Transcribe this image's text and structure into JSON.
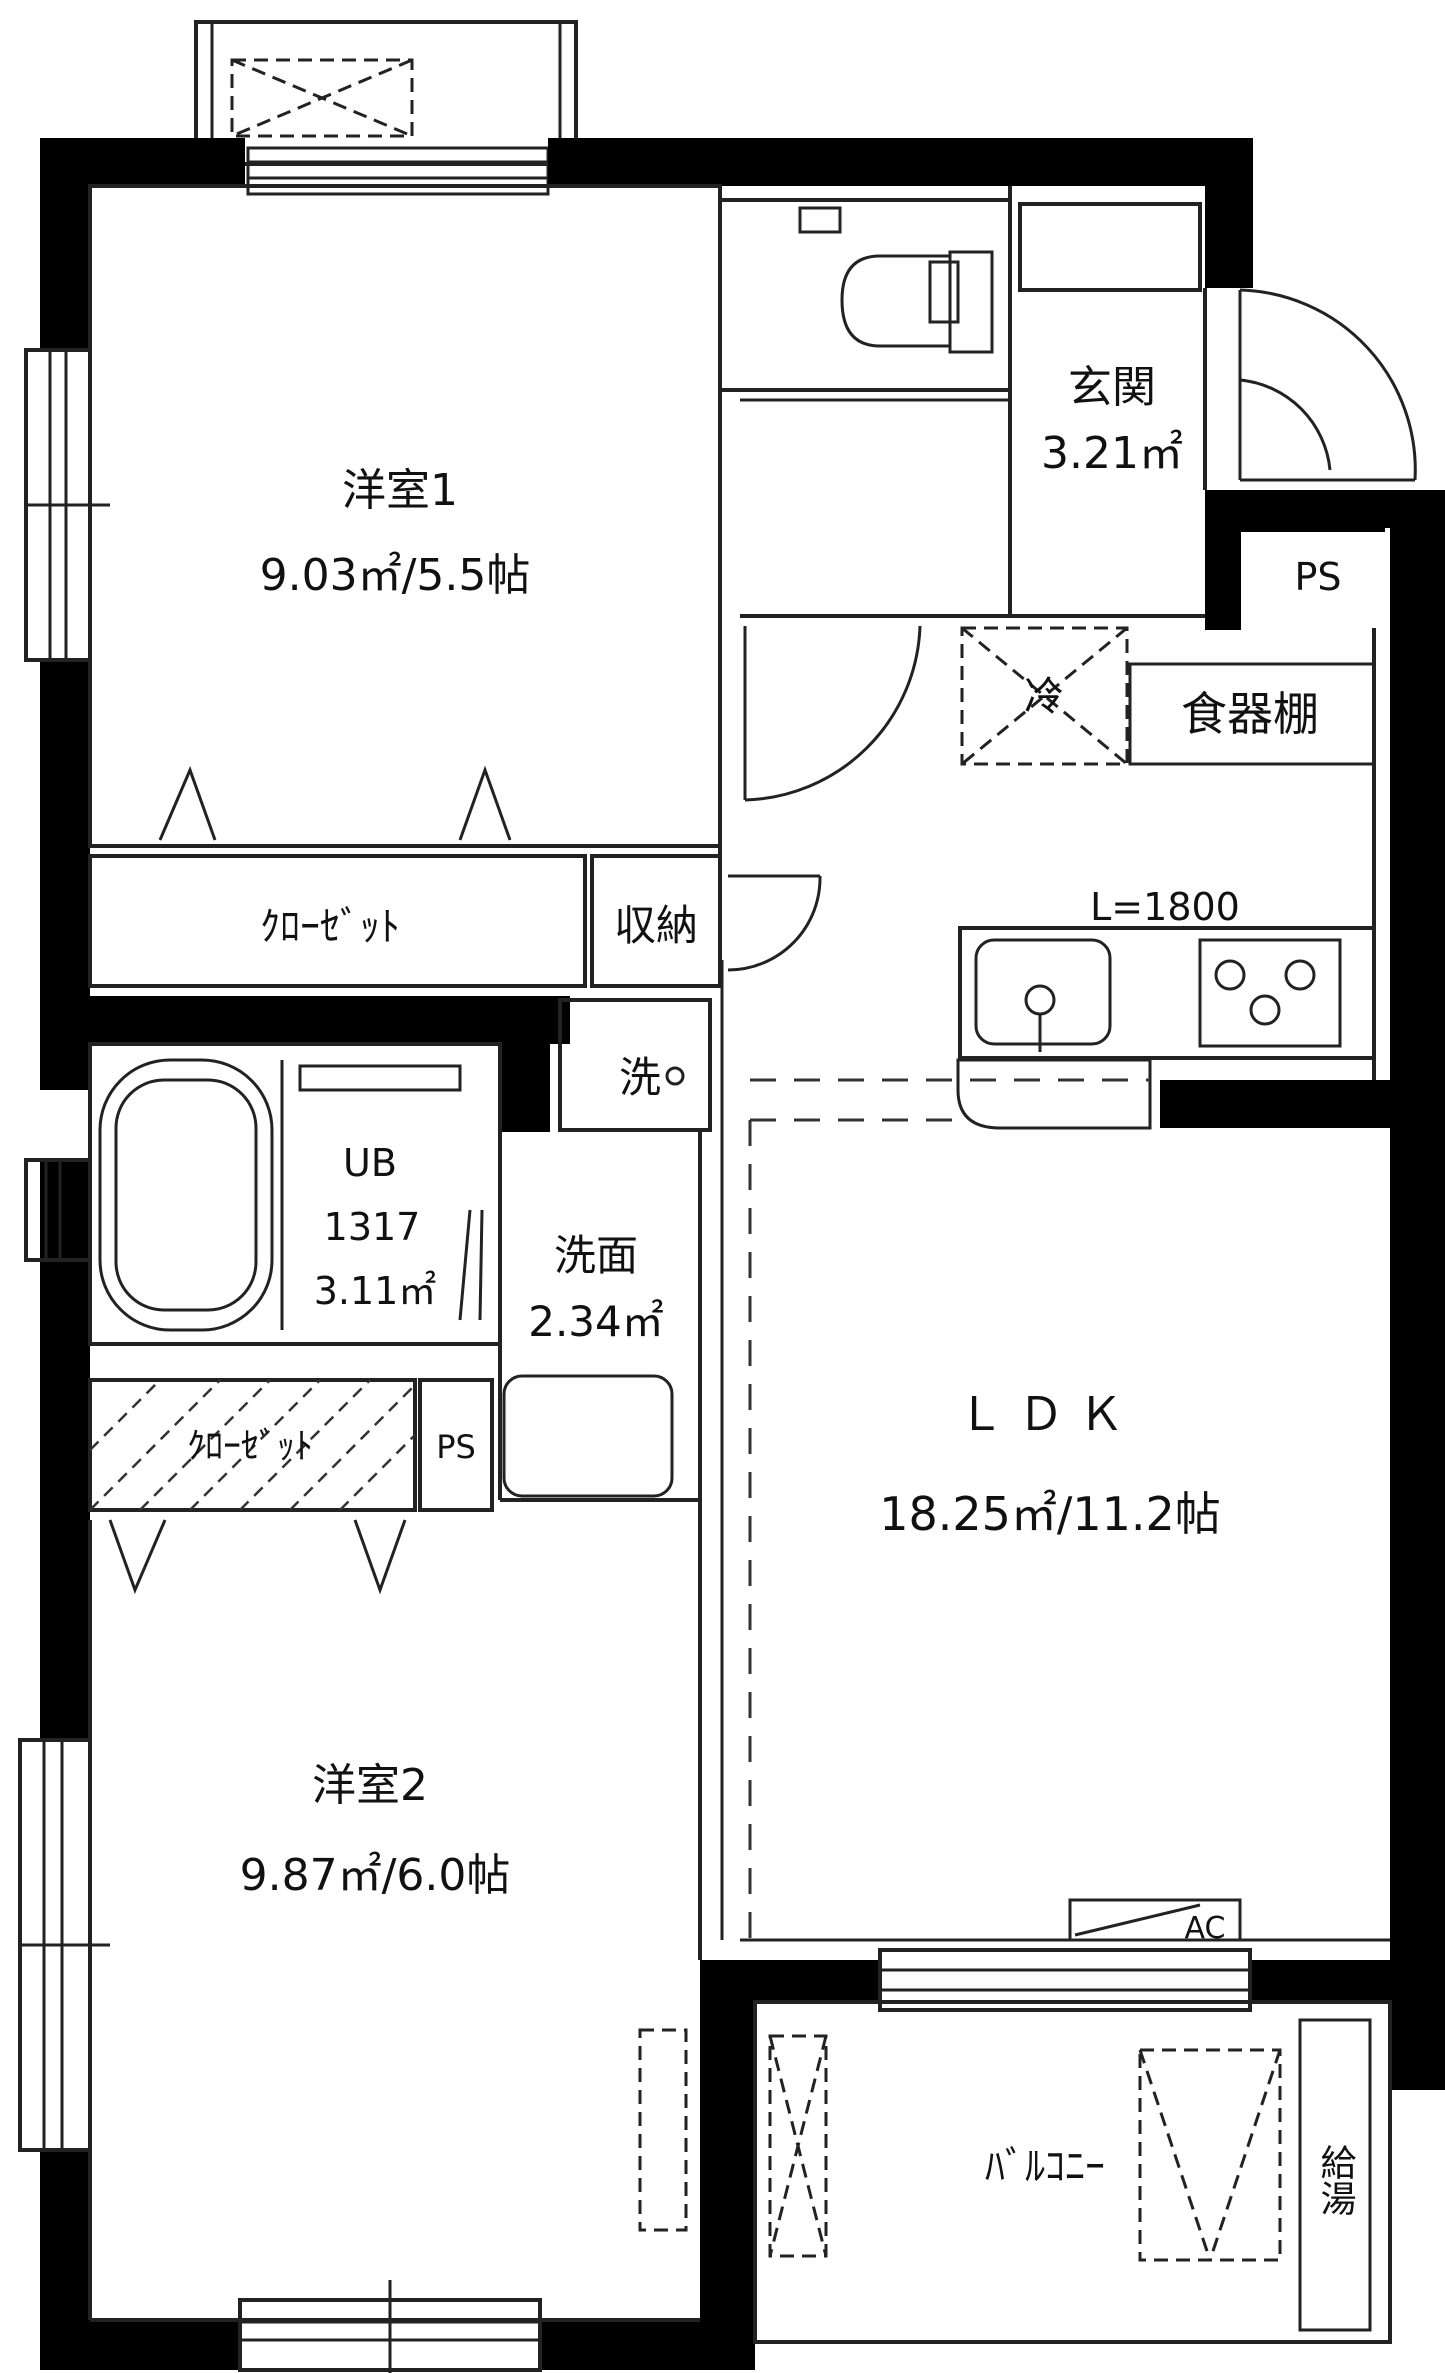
{
  "rooms": {
    "western1": {
      "name": "洋室1",
      "size": "9.03㎡/5.5帖"
    },
    "western2": {
      "name": "洋室2",
      "size": "9.87㎡/6.0帖"
    },
    "entrance": {
      "name": "玄関",
      "size": "3.21㎡"
    },
    "ldk": {
      "name": "ＬＤＫ",
      "size": "18.25㎡/11.2帖"
    },
    "bath": {
      "name": "UB",
      "code": "1317",
      "size": "3.11㎡"
    },
    "washroom": {
      "name": "洗面",
      "size": "2.34㎡"
    }
  },
  "labels": {
    "closet_top": "ｸﾛｰｾﾞｯﾄ",
    "closet_mid": "ｸﾛｰｾﾞｯﾄ",
    "storage": "収納",
    "ps_top": "PS",
    "ps_mid": "PS",
    "cupboard": "食器棚",
    "fridge": "冷",
    "washer": "洗",
    "kitchen_length": "L=1800",
    "ac": "AC",
    "balcony": "ﾊﾞﾙｺﾆｰ",
    "water_heater": "給湯"
  }
}
